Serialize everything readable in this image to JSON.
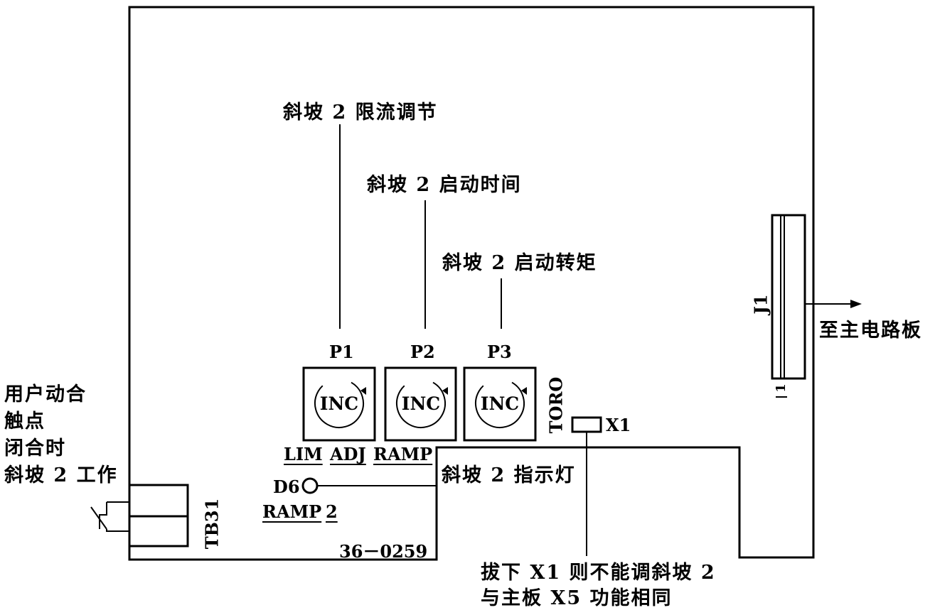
{
  "callouts": {
    "p1_label": "斜坡 2 限流调节",
    "p2_label": "斜坡 2 启动时间",
    "p3_label": "斜坡 2 启动转矩",
    "indicator_label": "斜坡 2 指示灯",
    "x1_note_line1": "拔下 X1 则不能调斜坡 2",
    "x1_note_line2": "与主板 X5 功能相同",
    "to_main_board": "至主电路板",
    "user_contact_line1": "用户动合",
    "user_contact_line2": "触点",
    "user_contact_line3": "闭合时",
    "user_contact_line4": "斜坡 2 工作"
  },
  "potentiometers": [
    {
      "name": "P1",
      "knob_label": "INC"
    },
    {
      "name": "P2",
      "knob_label": "INC"
    },
    {
      "name": "P3",
      "knob_label": "INC"
    }
  ],
  "board_labels": {
    "lim": "LIM",
    "adj": "ADJ",
    "ramp": "RAMP",
    "toro": "TORO",
    "d6": "D6",
    "ramp2_a": "RAMP",
    "ramp2_b": "2",
    "part_number": "36－0259",
    "x1": "X1",
    "j1": "J1",
    "j1_pin": "1",
    "tb31": "TB31"
  }
}
